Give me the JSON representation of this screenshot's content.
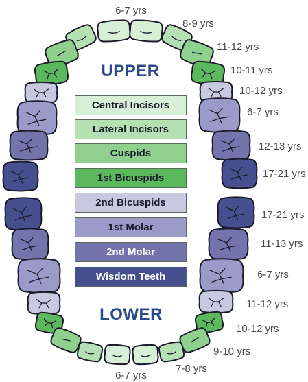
{
  "colors": {
    "central_incisors": "#d6efd6",
    "lateral_incisors": "#b4e0b4",
    "cuspids": "#8fd08f",
    "first_bicuspids": "#5cb85c",
    "second_bicuspids": "#c8c8e0",
    "first_molar": "#9b9bc9",
    "second_molar": "#7474ad",
    "wisdom_teeth": "#46508f",
    "jaw_label": "#2b4a8c"
  },
  "upper_label": "UPPER",
  "lower_label": "LOWER",
  "legend": [
    {
      "label": "Central Incisors",
      "type": "central_incisors"
    },
    {
      "label": "Lateral Incisors",
      "type": "lateral_incisors"
    },
    {
      "label": "Cuspids",
      "type": "cuspids"
    },
    {
      "label": "1st Bicuspids",
      "type": "first_bicuspids"
    },
    {
      "label": "2nd Bicuspids",
      "type": "second_bicuspids"
    },
    {
      "label": "1st Molar",
      "type": "first_molar"
    },
    {
      "label": "2nd Molar",
      "type": "second_molar"
    },
    {
      "label": "Wisdom Teeth",
      "type": "wisdom_teeth"
    }
  ],
  "upper_ages": {
    "central_incisors": "6-7 yrs",
    "lateral_incisors": "8-9 yrs",
    "cuspids": "11-12 yrs",
    "first_bicuspids": "10-11 yrs",
    "second_bicuspids": "10-12 yrs",
    "first_molar": "6-7 yrs",
    "second_molar": "12-13 yrs",
    "wisdom_teeth": "17-21 yrs"
  },
  "lower_ages": {
    "wisdom_teeth": "17-21 yrs",
    "second_molar": "11-13 yrs",
    "first_molar": "6-7 yrs",
    "second_bicuspids": "11-12 yrs",
    "first_bicuspids": "10-12 yrs",
    "cuspids": "9-10 yrs",
    "lateral_incisors": "7-8 yrs",
    "central_incisors": "6-7 yrs"
  }
}
